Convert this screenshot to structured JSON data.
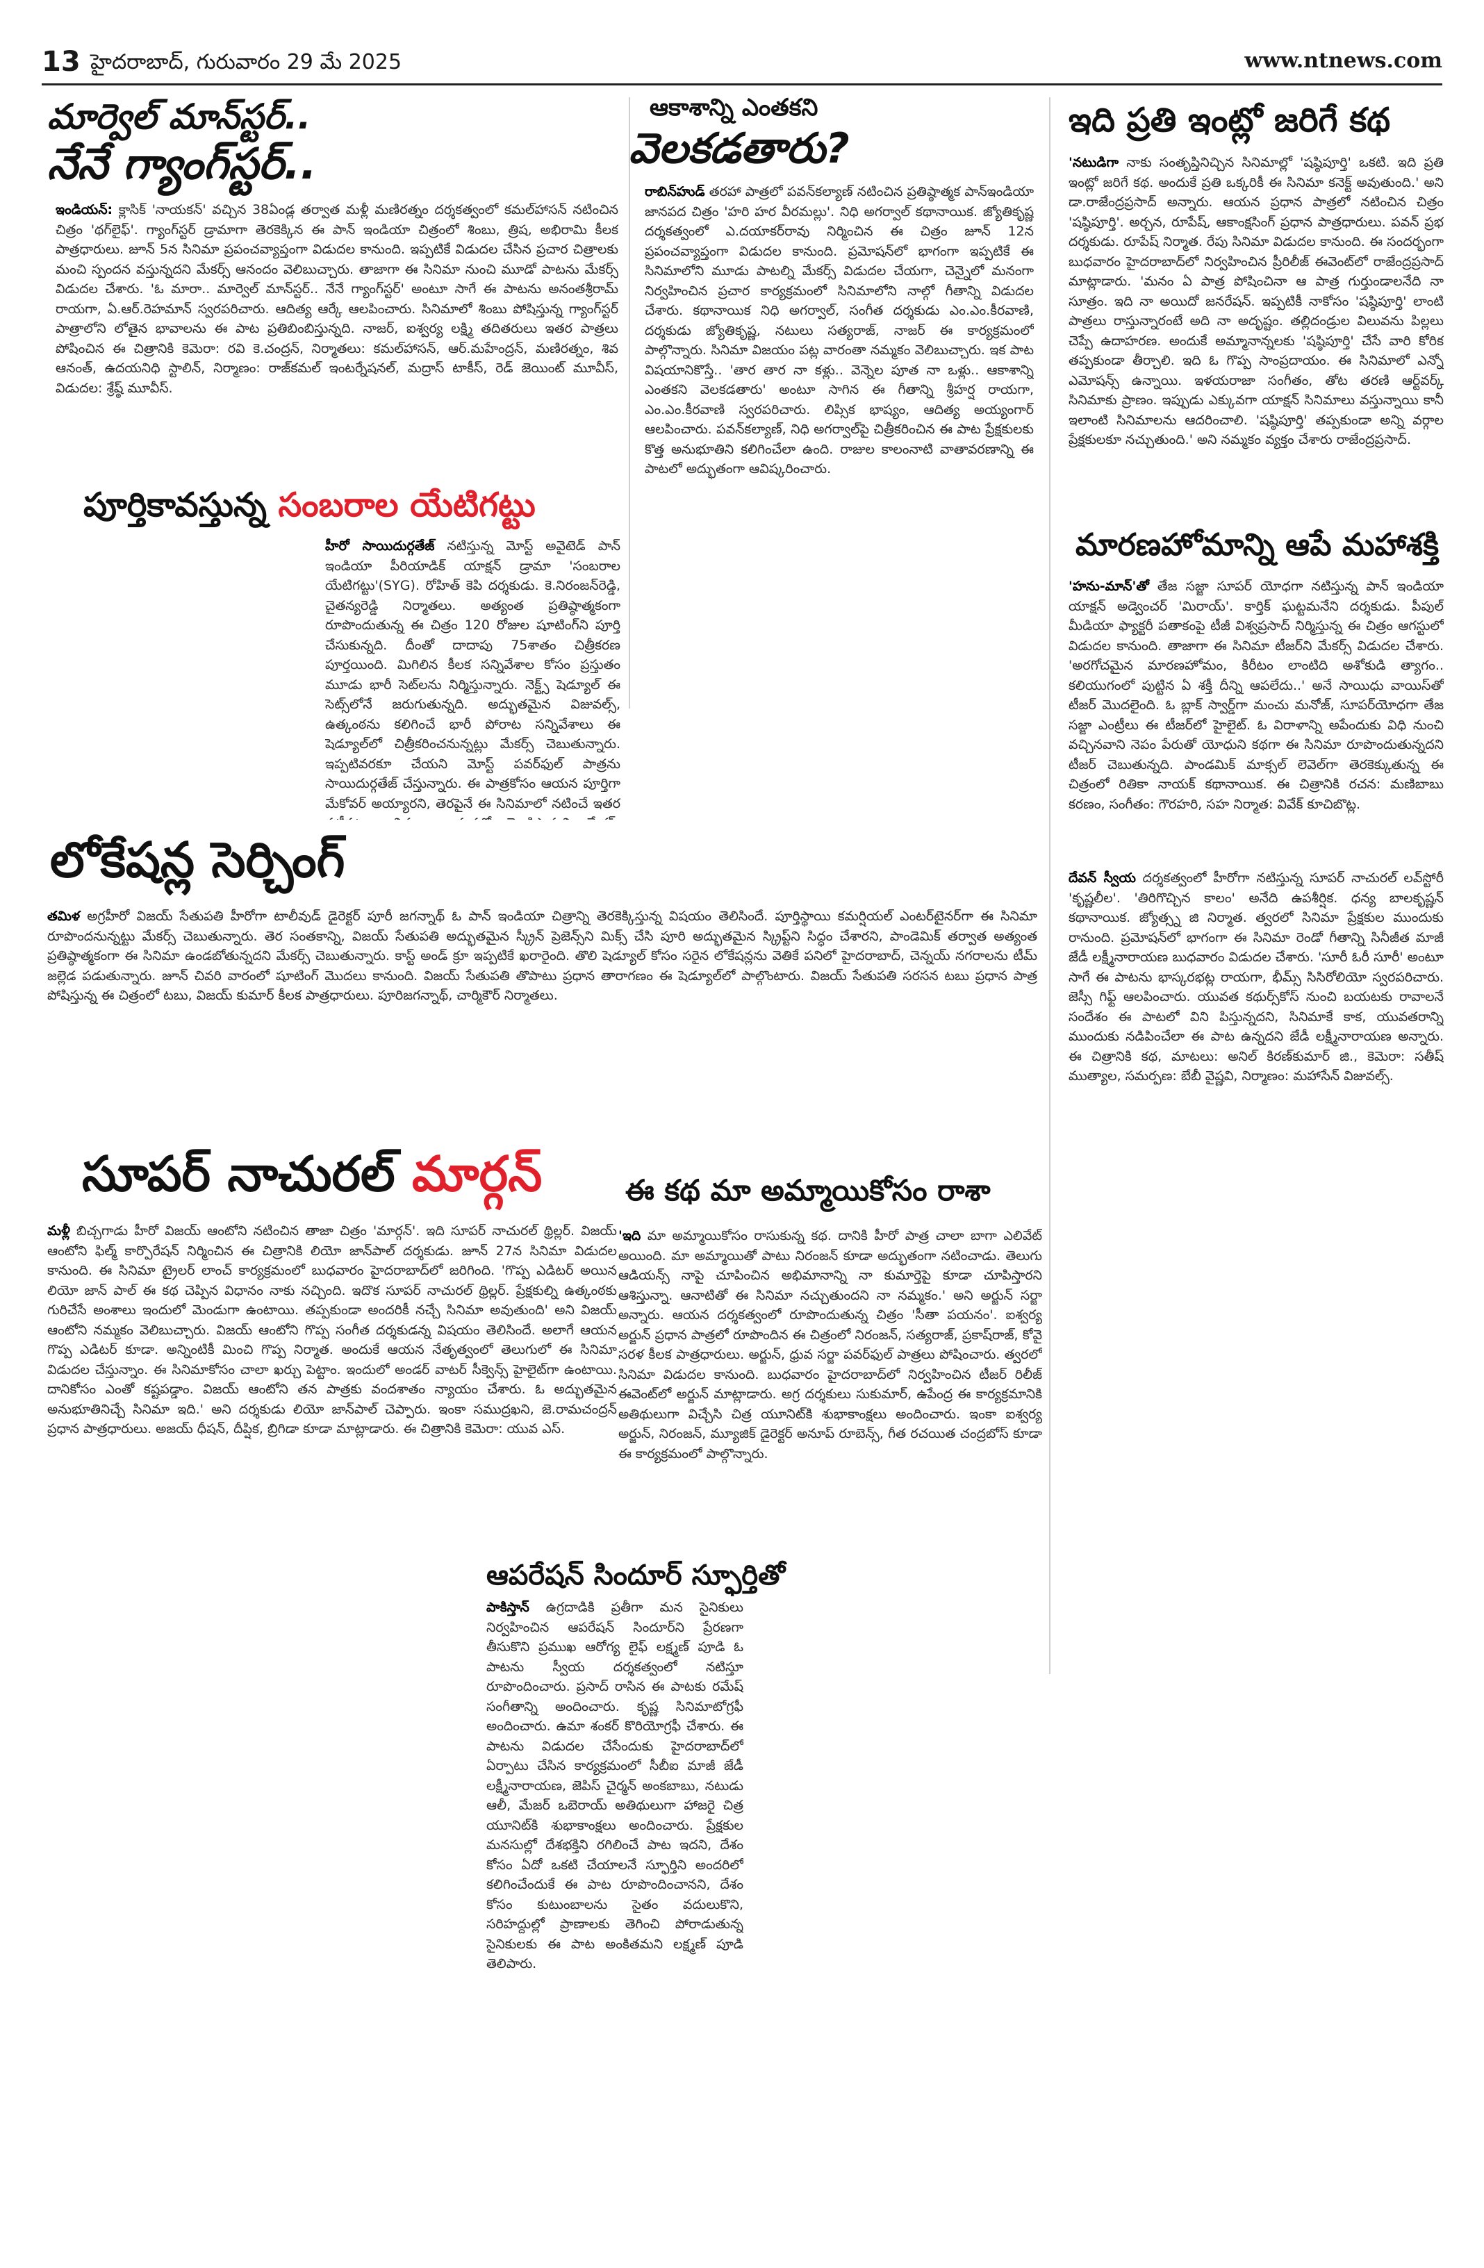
{
  "header": {
    "page_number": "13",
    "date_line": "హైదరాబాద్, గురువారం 29 మే 2025",
    "website": "www.ntnews.com"
  },
  "stories": {
    "marvel": {
      "headline_line1": "మార్వెల్ మాన్‌స్టర్..",
      "headline_line2": "నేనే గ్యాంగ్‌స్టర్..",
      "lead": "ఇండియన్:",
      "body": "క్లాసిక్ 'నాయకన్' వచ్చిన 38ఏండ్ల తర్వాత మళ్లీ మణిరత్నం దర్శకత్వంలో కమల్‌హాసన్ నటించిన చిత్రం 'థగ్‌లైఫ్'. గ్యాంగ్‌స్టర్ డ్రామాగా తెరకెక్కిన ఈ పాన్ ఇండియా చిత్రంలో శింబు, త్రిష, అభిరామి కీలక పాత్రధారులు. జూన్ 5న సినిమా ప్రపంచవ్యాప్తంగా విడుదల కానుంది. ఇప్పటికే విడుదల చేసిన ప్రచార చిత్రాలకు మంచి స్పందన వస్తున్నదని మేకర్స్ ఆనందం వెలిబుచ్చారు. తాజాగా ఈ సినిమా నుంచి మూడో పాటను మేకర్స్ విడుదల చేశారు. 'ఓ మారా.. మార్వెల్ మాన్‌స్టర్.. నేనే గ్యాంగ్‌స్టర్' అంటూ సాగే ఈ పాటను అనంతశ్రీరామ్ రాయగా, ఏ.ఆర్.రెహమాన్ స్వరపరిచారు. ఆదిత్య ఆర్కే ఆలపించారు. సినిమాలో శింబు పోషిస్తున్న గ్యాంగ్‌స్టర్ పాత్రాలోని లోతైన భావాలను ఈ పాట ప్రతిబింబిస్తున్నది. నాజర్, ఐశ్వర్య లక్ష్మి తదితరులు ఇతర పాత్రలు పోషించిన ఈ చిత్రానికి కెమెరా: రవి కె.చంద్రన్, నిర్మాతలు: కమల్‌హాసన్, ఆర్.మహేంద్రన్, మణిరత్నం, శివ ఆనంత్, ఉదయనిధి స్టాలిన్, నిర్మాణం: రాజ్‌కమల్ ఇంటర్నేషనల్, మద్రాస్ టాకీస్, రెడ్ జెయింట్ మూవీస్, విడుదల: శ్రేష్ఠ్ మూవీస్."
    },
    "sky": {
      "headline_line1": "ఆకాశాన్ని ఎంతకని",
      "headline_line2": "వెలకడతారు?",
      "lead": "రాబిన్‌హుడ్",
      "body": "తరహా పాత్రలో పవన్‌కల్యాణ్ నటించిన ప్రతిష్ఠాత్మక పాన్‌ఇండియా జానపద చిత్రం 'హరి హర వీరమల్లు'. నిధి అగర్వాల్ కథానాయిక. జ్యోతికృష్ణ దర్శకత్వంలో ఎ.దయాకర్‌రావు నిర్మించిన ఈ చిత్రం జూన్ 12న ప్రపంచవ్యాప్తంగా విడుదల కానుంది. ప్రమోషన్‌లో భాగంగా ఇప్పటికే ఈ సినిమాలోని మూడు పాటల్ని మేకర్స్ విడుదల చేయగా, చెన్నైలో మనంగా నిర్వహించిన ప్రచార కార్యక్రమంలో సినిమాలోని నాల్గో గీతాన్ని విడుదల చేశారు. కథానాయిక నిధి అగర్వాల్, సంగీత దర్శకుడు ఎం.ఎం.కీరవాణి, దర్శకుడు జ్యోతికృష్ణ, నటులు సత్యరాజ్, నాజర్ ఈ కార్యక్రమంలో పాల్గొన్నారు. సినిమా విజయం పట్ల వారంతా నమ్మకం వెలిబుచ్చారు. ఇక పాట విషయానికొస్తే.. 'తార తార నా కళ్లు.. వెన్నెల పూత నా ఒళ్లు.. ఆకాశాన్ని ఎంతకని వెలకడతారు' అంటూ సాగిన ఈ గీతాన్ని శ్రీహర్ష రాయగా, ఎం.ఎం.కీరవాణి స్వరపరిచారు. లిప్సిక భాష్యం, ఆదిత్య అయ్యంగార్ ఆలపించారు. పవన్‌కల్యాణ్, నిధి అగర్వాల్‌పై చిత్రీకరించిన ఈ పాట ప్రేక్షకులకు కొత్త అనుభూతిని కలిగించేలా ఉంది. రాజుల కాలంనాటి వాతావరణాన్ని ఈ పాటలో అద్భుతంగా ఆవిష్కరించారు."
    },
    "house": {
      "headline": "ఇది ప్రతి ఇంట్లో జరిగే కథ",
      "lead": "'నటుడిగా",
      "body": "నాకు సంతృప్తినిచ్చిన సినిమాల్లో 'షష్ఠిపూర్తి' ఒకటి. ఇది ప్రతి ఇంట్లో జరిగే కథ. అందుకే ప్రతి ఒక్కరికీ ఈ సినిమా కనెక్ట్ అవుతుంది.' అని డా.రాజేంద్రప్రసాద్ అన్నారు. ఆయన ప్రధాన పాత్రలో నటించిన చిత్రం 'షష్ఠిపూర్తి'. అర్చన, రూపేష్, ఆకాంక్షసింగ్ ప్రధాన పాత్రధారులు. పవన్ ప్రభ దర్శకుడు. రూపేష్ నిర్మాత. రేపు సినిమా విడుదల కానుంది. ఈ సందర్భంగా బుధవారం హైదరాబాద్‌లో నిర్వహించిన ప్రీరిలీజ్ ఈవెంట్‌లో రాజేంద్రప్రసాద్ మాట్లాడారు. 'మనం ఏ పాత్ర పోషించినా ఆ పాత్ర గుర్తుండాలనేది నా సూత్రం. ఇది నా అయిదో జనరేషన్. ఇప్పటికీ నాకోసం 'షష్ఠిపూర్తి' లాంటి పాత్రలు రాస్తున్నారంటే అది నా అదృష్టం. తల్లిదండ్రుల విలువను పిల్లలు చెప్పే ఉదాహరణ. అందుకే అమ్మానాన్నలకు 'షష్ఠిపూర్తి' చేసే వారి కోరిక తప్పకుండా తీర్చాలి. ఇది ఓ గొప్ప సాంప్రదాయం. ఈ సినిమాలో ఎన్నో ఎమోషన్స్ ఉన్నాయి. ఇళయరాజా సంగీతం, తోట తరణి ఆర్ట్‌వర్క్ సినిమాకు ప్రాణం. ఇప్పుడు ఎక్కువగా యాక్షన్ సినిమాలు వస్తున్నాయి కానీ ఇలాంటి సినిమాలను ఆదరించాలి. 'షష్ఠిపూర్తి' తప్పకుండా అన్ని వర్గాల ప్రేక్షకులకూ నచ్చుతుంది.' అని నమ్మకం వ్యక్తం చేశారు రాజేంద్రప్రసాద్."
    },
    "sambaralu": {
      "headline_black": "పూర్తికావస్తున్న",
      "headline_red": "సంబరాల యేటిగట్టు",
      "lead": "హీరో సాయిదుర్గతేజ్",
      "body": "నటిస్తున్న మోస్ట్ అవైటెడ్ పాన్ ఇండియా పీరియాడిక్ యాక్షన్ డ్రామా 'సంబరాల యేటిగట్టు'(SYG). రోహిత్ కెపి దర్శకుడు. కె.నిరంజన్‌రెడ్డి, చైతన్యరెడ్డి నిర్మాతలు. అత్యంత ప్రతిష్ఠాత్మకంగా రూపొందుతున్న ఈ చిత్రం 120 రోజుల షూటింగ్‌ని పూర్తి చేసుకున్నది. దీంతో దాదాపు 75శాతం చిత్రీకరణ పూర్తయింది. మిగిలిన కీలక సన్నివేశాల కోసం ప్రస్తుతం మూడు భారీ సెట్‌లను నిర్మిస్తున్నారు. నెక్ట్స్ షెడ్యూల్ ఈ సెట్స్‌లోనే జరుగుతున్నది. అద్భుతమైన విజువల్స్, ఉత్కంఠను కలిగించే భారీ పోరాట సన్నివేశాలు ఈ షెడ్యూల్‌లో చిత్రీకరించనున్నట్లు మేకర్స్ చెబుతున్నారు. ఇప్పటివరకూ చేయని మోస్ట్ పవర్‌ఫుల్ పాత్రను సాయిదుర్గతేజ్ చేస్తున్నారు. ఈ పాత్రకోసం ఆయన పూర్తిగా మేకోవర్ అయ్యారని, తెరపైనే ఈ సినిమాలో నటించే ఇతర నటీనటుల వివరాలు త్వరలో వెల్లడిస్తామని మేకర్స్ తెలిపారు. ఐశ్వర్యలక్ష్మి కథానాయికగా నటిస్తున్న ఈ చిత్రానికి కెమెరా: వెట్రి పళనిసామి, సంగీతం: అజనీష్ లోకనాథ్, నిర్మాణం: ప్రైమ్‌షో ఎంటర్‌టైన్‌మెంట్స్."
    },
    "lokesh": {
      "headline": "లోకేషన్ల సెర్చింగ్",
      "lead": "తమిళ",
      "body": "అగ్రహీరో విజయ్ సేతుపతి హీరోగా టాలీవుడ్ డైరెక్టర్ పూరీ జగన్నాథ్ ఓ పాన్ ఇండియా చిత్రాన్ని తెరకెక్కిస్తున్న విషయం తెలిసిందే. పూర్తిస్థాయి కమర్షియల్ ఎంటర్‌టైనర్‌గా ఈ సినిమా రూపొందనున్నట్టు మేకర్స్ చెబుతున్నారు. తెర సంతకాన్ని, విజయ్ సేతుపతి అద్భుతమైన స్క్రీన్ ప్రెజెన్స్‌ని మిక్స్ చేసి పూరి అద్భుతమైన స్క్రిప్ట్‌ని సిద్ధం చేశారని, పాండెమిక్ తర్వాత అత్యంత ప్రతిష్ఠాత్మకంగా ఈ సినిమా ఉండబోతున్నదని మేకర్స్ చెబుతున్నారు. కాస్ట్ అండ్ క్రూ ఇప్పటికే ఖరారైంది. తొలి షెడ్యూల్ కోసం సరైన లోకేషన్లను వెతికే పనిలో హైదరాబాద్, చెన్నయ్ నగరాలను టీమ్ జల్లెడ పడుతున్నారు. జూన్ చివరి వారంలో షూటింగ్ మొదలు కానుంది. విజయ్ సేతుపతి తొపాటు ప్రధాన తారాగణం ఈ షెడ్యూల్‌లో పాల్గొంటారు. విజయ్ సేతుపతి సరసన టబు ప్రధాన పాత్ర పోషిస్తున్న ఈ చిత్రంలో టబు, విజయ్ కుమార్ కీలక పాత్రధారులు. పూరిజగన్నాథ్, చార్మికౌర్ నిర్మాతలు."
    },
    "superNatural": {
      "headline_black": "సూపర్ నాచురల్",
      "headline_red": "మార్గన్",
      "lead": "మళ్లీ",
      "body": "బిచ్చగాడు హీరో విజయ్ ఆంటోని నటించిన తాజా చిత్రం 'మార్గన్'. ఇది సూపర్ నాచురల్ థ్రిల్లర్. విజయ్ ఆంటోని ఫిల్మ్ కార్పొరేషన్ నిర్మించిన ఈ చిత్రానికి లియో జాన్‌పాల్ దర్శకుడు. జూన్ 27న సినిమా విడుదల కానుంది. ఈ సినిమా ట్రైలర్ లాంచ్ కార్యక్రమంలో బుధవారం హైదరాబాద్‌లో జరిగింది. 'గొప్ప ఎడిటర్ అయిన లియో జాన్ పాల్ ఈ కథ చెప్పిన విధానం నాకు నచ్చింది. ఇదొక సూపర్ నాచురల్ థ్రిల్లర్. ప్రేక్షకుల్ని ఉత్కంఠకు గురిచేసే అంశాలు ఇందులో మెండుగా ఉంటాయి. తప్పకుండా అందరికీ నచ్చే సినిమా అవుతుంది' అని విజయ్ ఆంటోని నమ్మకం వెలిబుచ్చారు. విజయ్ ఆంటోని గొప్ప సంగీత దర్శకుడన్న విషయం తెలిసిందే. అలాగే ఆయన గొప్ప ఎడిటర్ కూడా. అన్నింటికీ మించి గొప్ప నిర్మాత. అందుకే ఆయన నేతృత్వంలో తెలుగులో ఈ సినిమా విడుదల చేస్తున్నాం. ఈ సినిమాకోసం చాలా ఖర్చు పెట్టాం. ఇందులో అండర్ వాటర్ సీక్వెన్స్ హైలైట్‌గా ఉంటాయి. దానికోసం ఎంతో కష్టపడ్డాం. విజయ్ ఆంటోని తన పాత్రకు వందశాతం న్యాయం చేశారు. ఓ అద్భుతమైన అనుభూతినిచ్చే సినిమా ఇది.' అని దర్శకుడు లియో జాన్‌పాల్ చెప్పారు. ఇంకా సముద్రఖని, జె.రామచంద్రన్ ప్రధాన పాత్రధారులు. అజయ్ ధీషన్, దీప్షిక, బ్రిగిడా కూడా మాట్లాడారు. ఈ చిత్రానికి కెమెరా: యువ ఎస్."
    },
    "maranaHomam": {
      "headline": "మారణహోమాన్ని ఆపే మహాశక్తి",
      "lead": "'హను-మాన్'తో",
      "body": "తేజ సజ్జా సూపర్ యోధగా నటిస్తున్న పాన్ ఇండియా యాక్షన్ అడ్వెంచర్ 'మిరాయ్'. కార్తిక్ ఘట్టమనేని దర్శకుడు. పీపుల్ మీడియా ఫ్యాక్టరీ పతాకంపై టీజీ విశ్వప్రసాద్ నిర్మిస్తున్న ఈ చిత్రం ఆగస్టులో విడుదల కానుంది. తాజాగా ఈ సినిమా టీజర్‌ని మేకర్స్ విడుదల చేశారు. 'అరగోచమైన మారణహోమం, కిరీటం లాంటిది అశోకుడి త్యాగం.. కలియుగంలో పుట్టిన ఏ శక్తీ దీన్ని ఆపలేదు..' అనే సాయిధు వాయిస్‌తో టీజర్ మొదలైంది. ఓ బ్లాక్ స్వార్డ్‌గా మంచు మనోజ్, సూపర్‌యోధగా తేజ సజ్జా ఎంట్రీలు ఈ టీజర్‌లో హైలైట్. ఓ విరాళాన్ని అపేందుకు విధి నుంచి వచ్చినవాని నెపం పేరుతో యోధుని కథగా ఈ సినిమా రూపొందుతున్నదని టీజర్ చెబుతున్నది. పాండమిక్ మాక్సల్ లెవెల్‌గా తెరకెక్కుతున్న ఈ చిత్రంలో రితికా నాయక్ కథానాయిక. ఈ చిత్రానికి రచన: మణిబాబు కరణం, సంగీతం: గౌరహరి, సహ నిర్మాత: వివేక్ కూచిబొట్ల."
    },
    "devan": {
      "lead": "దేవన్ స్వీయ",
      "body": "దర్శకత్వంలో హీరోగా నటిస్తున్న సూపర్ నాచురల్ లవ్‌స్టోరీ 'కృష్ణలీల'. 'తిరిగొచ్చిన కాలం' అనేది ఉపశీర్షిక. ధన్య బాలకృష్ణన్ కథానాయిక. జ్యోత్స్న జి నిర్మాత. త్వరలో సినిమా ప్రేక్షకుల ముందుకు రానుంది. ప్రమోషన్‌లో భాగంగా ఈ సినిమా రెండో గీతాన్ని సినీజీత మాజీ జేడీ లక్ష్మీనారాయణ బుధవారం విడుదల చేశారు. 'సూరీ ఓరీ సూరీ' అంటూ సాగే ఈ పాటను భాస్కరభట్ల రాయగా, భీమ్స్ సిసిరోలియో స్వరపరిచారు. జెస్సీ గిఫ్ట్ ఆలపించారు. యువత కథుర్స్‌కోస్ నుంచి బయటకు రావాలనే సందేశం ఈ పాటలో విని పిస్తున్నదని, సినిమాకే కాక, యువతరాన్ని ముందుకు నడిపించేలా ఈ పాట ఉన్నదని జేడీ లక్ష్మీనారాయణ అన్నారు. ఈ చిత్రానికి కథ, మాటలు: అనిల్ కిరణ్‌కుమార్ జి., కెమెరా: సతీష్ ముత్యాల, సమర్పణ: బేబీ వైష్ణవి, నిర్మాణం: మహాసేన్ విజువల్స్."
    },
    "ammayi": {
      "headline": "ఈ కథ మా అమ్మాయికోసం రాశా",
      "lead": "'ఇది",
      "body": "మా అమ్మాయికోసం రాసుకున్న కథ. దానికి హీరో పాత్ర చాలా బాగా ఎలివేట్ అయింది. మా అమ్మాయితో పాటు నిరంజన్ కూడా అద్భుతంగా నటించాడు. తెలుగు ఆడియన్స్ నాపై చూపించిన అభిమానాన్ని నా కుమార్తెపై కూడా చూపిస్తారని ఆశిస్తున్నా. ఆనాటితో ఈ సినిమా నచ్చుతుందని నా నమ్మకం.' అని అర్జున్ సర్జా అన్నారు. ఆయన దర్శకత్వంలో రూపొందుతున్న చిత్రం 'సీతా పయనం'. ఐశ్వర్య అర్జున్ ప్రధాన పాత్రలో రూపొందిన ఈ చిత్రంలో నిరంజన్, సత్యరాజ్, ప్రకాష్‌రాజ్, కోవై సరళ కీలక పాత్రధారులు. అర్జున్, ధ్రువ సర్జా పవర్‌ఫుల్ పాత్రలు పోషించారు. త్వరలో సినిమా విడుదల కానుంది. బుధవారం హైదరాబాద్‌లో నిర్వహించిన టీజర్ రిలీజ్ ఈవెంట్‌లో అర్జున్ మాట్లాడారు. అగ్ర దర్శకులు సుకుమార్, ఉపేంద్ర ఈ కార్యక్రమానికి అతిథులుగా విచ్చేసి చిత్ర యూనిట్‌కి శుభాకాంక్షలు అందించారు. ఇంకా ఐశ్వర్య అర్జున్, నిరంజన్, మ్యూజిక్ డైరెక్టర్ అనూప్ రూబెన్స్, గీత రచయిత చంద్రబోస్ కూడా ఈ కార్యక్రమంలో పాల్గొన్నారు."
    },
    "sindoor": {
      "headline": "ఆపరేషన్ సిందూర్ స్ఫూర్తితో",
      "lead": "పాకిస్తాన్",
      "body": "ఉగ్రదాడికి ప్రతీగా మన సైనికులు నిర్వహించిన ఆపరేషన్ సిందూర్‌ని ప్రేరణగా తీసుకొని ప్రముఖ ఆరోగ్య లైఫ్ లక్ష్మణ్ పూడి ఓ పాటను స్వీయ దర్శకత్వంలో నటిస్తూ రూపొందించారు. ప్రసాద్ రాసిన ఈ పాటకు రమేష్ సంగీతాన్ని అందించారు. కృష్ణ సినిమాటోగ్రఫీ అందించారు. ఉమా శంకర్ కొరియోగ్రఫీ చేశారు. ఈ పాటను విడుదల చేసేందుకు హైదరాబాద్‌లో ఏర్పాటు చేసిన కార్యక్రమంలో సీబీఐ మాజీ జేడీ లక్ష్మీనారాయణ, జెపిస్ చైర్మన్ అంకబాబు, నటుడు ఆలీ, మేజర్ ఒబెరాయ్ అతిథులుగా హాజరై చిత్ర యూనిట్‌కి శుభాకాంక్షలు అందించారు. ప్రేక్షకుల మనసుల్లో దేశభక్తిని రగిలించే పాట ఇదని, దేశం కోసం ఏదో ఒకటి చేయాలనే స్ఫూర్తిని అందరిలో కలిగించేందుకే ఈ పాట రూపొందించానని, దేశం కోసం కుటుంబాలను సైతం వదులుకొని, సరిహద్దుల్లో ప్రాణాలకు తెగించి పోరాడుతున్న సైనికులకు ఈ పాట అంకితమని లక్ష్మణ్ పూడి తెలిపారు."
    }
  }
}
